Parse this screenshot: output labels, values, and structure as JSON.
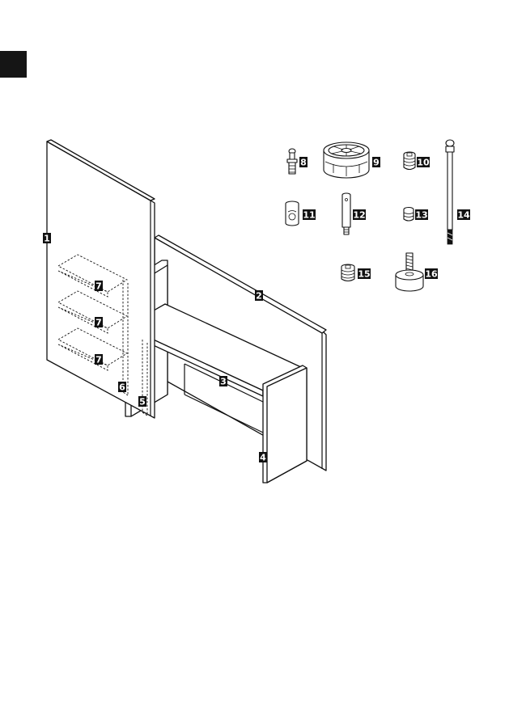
{
  "section_tab": {
    "color": "#151515"
  },
  "colors": {
    "ink": "#111111",
    "paper": "#ffffff"
  },
  "parts": [
    {
      "id": "1",
      "label": "1"
    },
    {
      "id": "2",
      "label": "2"
    },
    {
      "id": "3",
      "label": "3"
    },
    {
      "id": "4",
      "label": "4"
    },
    {
      "id": "5",
      "label": "5"
    },
    {
      "id": "6",
      "label": "6"
    },
    {
      "id": "7a",
      "label": "7"
    },
    {
      "id": "7b",
      "label": "7"
    },
    {
      "id": "7c",
      "label": "7"
    }
  ],
  "hardware": [
    {
      "id": "8",
      "label": "8",
      "icon": "cam-bolt-icon"
    },
    {
      "id": "9",
      "label": "9",
      "icon": "cam-lock-icon"
    },
    {
      "id": "10",
      "label": "10",
      "icon": "threaded-insert-icon"
    },
    {
      "id": "11",
      "label": "11",
      "icon": "barrel-nut-icon"
    },
    {
      "id": "12",
      "label": "12",
      "icon": "connector-bolt-icon"
    },
    {
      "id": "13",
      "label": "13",
      "icon": "small-insert-icon"
    },
    {
      "id": "14",
      "label": "14",
      "icon": "long-bolt-icon"
    },
    {
      "id": "15",
      "label": "15",
      "icon": "insert-nut-icon"
    },
    {
      "id": "16",
      "label": "16",
      "icon": "leveling-foot-icon"
    }
  ]
}
